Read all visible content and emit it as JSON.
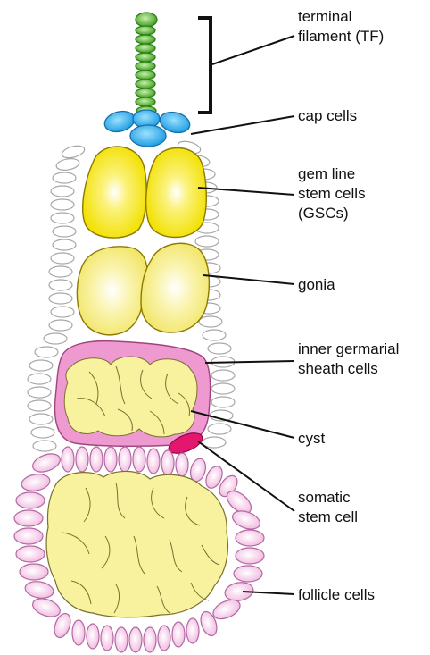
{
  "labels": {
    "terminal_filament": [
      "terminal",
      "filament (TF)"
    ],
    "cap_cells": [
      "cap cells"
    ],
    "gsc": [
      "gem line",
      "stem cells",
      "(GSCs)"
    ],
    "gonia": [
      "gonia"
    ],
    "inner_sheath": [
      "inner germarial",
      "sheath cells"
    ],
    "cyst": [
      "cyst"
    ],
    "somatic_stem": [
      "somatic",
      "stem cell"
    ],
    "follicle": [
      "follicle cells"
    ]
  },
  "colors": {
    "tf_green": "#4fae2e",
    "cap_blue": "#2aa4e6",
    "gsc_yellow": "#f5e400",
    "gonia_yellow": "#f7ef7a",
    "germ_cell_pale": "#f8f29e",
    "sheath_pink": "#ee9ad0",
    "somatic_magenta": "#e4166e",
    "follicle_pink": "#f4c9ea",
    "outline_gray": "#9a9a9a"
  }
}
